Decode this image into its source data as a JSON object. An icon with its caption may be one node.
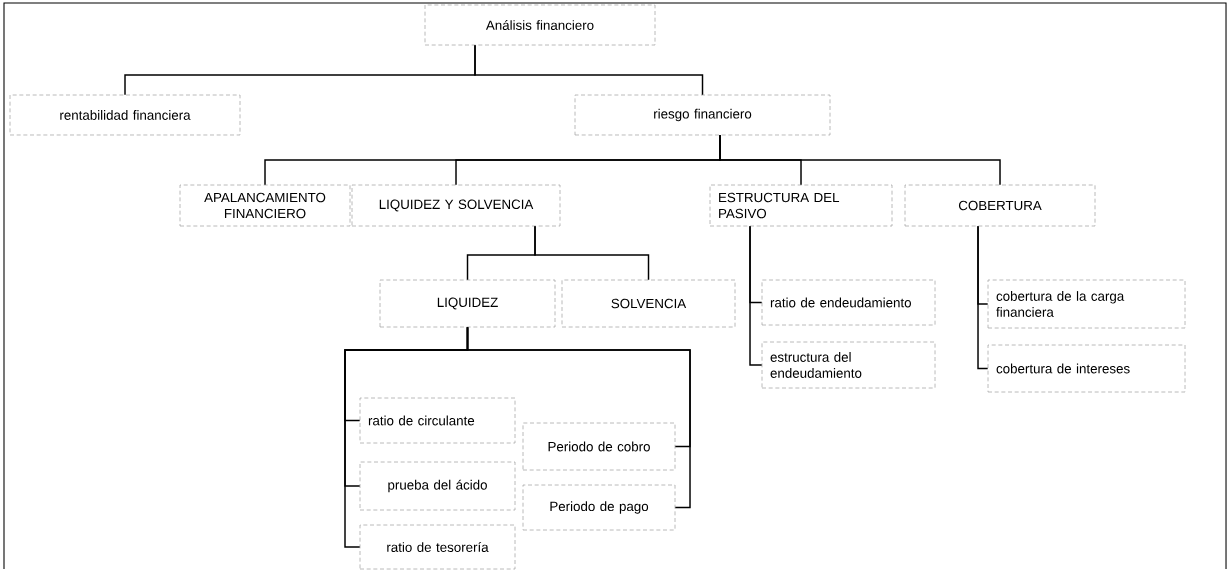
{
  "diagram": {
    "nodes": [
      {
        "text": [
          "Análisis financiero"
        ]
      },
      {
        "text": [
          "rentabilidad financiera"
        ]
      },
      {
        "text": [
          "riesgo financiero"
        ]
      },
      {
        "text": [
          "APALANCAMIENTO FINANCIERO"
        ]
      },
      {
        "text": [
          "LIQUIDEZ Y SOLVENCIA"
        ]
      },
      {
        "text": [
          "ESTRUCTURA DEL PASIVO"
        ]
      },
      {
        "text": [
          "COBERTURA"
        ]
      },
      {
        "text": [
          "LIQUIDEZ"
        ]
      },
      {
        "text": [
          "SOLVENCIA"
        ]
      },
      {
        "text": [
          "ratio de endeudamiento"
        ]
      },
      {
        "text": [
          "estructura del endeudamiento"
        ]
      },
      {
        "text": [
          "cobertura de la carga financiera"
        ]
      },
      {
        "text": [
          "cobertura de intereses"
        ]
      },
      {
        "text": [
          "ratio de circulante"
        ]
      },
      {
        "text": [
          "prueba del ácido"
        ]
      },
      {
        "text": [
          "ratio de tesorería"
        ]
      },
      {
        "text": [
          "Periodo de cobro"
        ]
      },
      {
        "text": [
          "Periodo de pago"
        ]
      }
    ],
    "edges": [
      {
        "from": 0,
        "to": 1,
        "arrow": "none"
      },
      {
        "from": 0,
        "to": 2,
        "arrow": "none"
      },
      {
        "from": 2,
        "to": 3,
        "arrow": "none"
      },
      {
        "from": 2,
        "to": 4,
        "arrow": "none"
      },
      {
        "from": 2,
        "to": 5,
        "arrow": "none"
      },
      {
        "from": 2,
        "to": 6,
        "arrow": "none"
      },
      {
        "from": 4,
        "to": 7,
        "arrow": "none"
      },
      {
        "from": 4,
        "to": 8,
        "arrow": "none"
      },
      {
        "from": 5,
        "to": 9,
        "arrow": "none"
      },
      {
        "from": 5,
        "to": 10,
        "arrow": "none"
      },
      {
        "from": 6,
        "to": 11,
        "arrow": "none"
      },
      {
        "from": 6,
        "to": 12,
        "arrow": "none"
      },
      {
        "from": 7,
        "to": 13,
        "arrow": "none"
      },
      {
        "from": 7,
        "to": 14,
        "arrow": "none"
      },
      {
        "from": 7,
        "to": 15,
        "arrow": "none"
      },
      {
        "from": 7,
        "to": 16,
        "arrow": "none"
      },
      {
        "from": 7,
        "to": 17,
        "arrow": "none"
      }
    ]
  }
}
